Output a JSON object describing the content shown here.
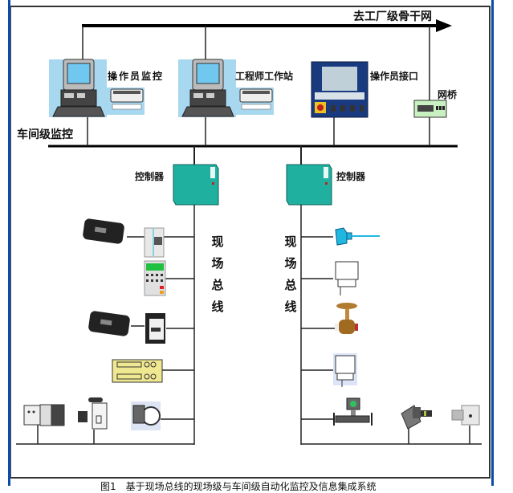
{
  "diagram": {
    "backbone_label": "去工厂级骨干网",
    "workshop_label": "车间级监控",
    "stations": [
      {
        "id": "operator-monitor",
        "label": "操作员监控",
        "printer_label": "ALCOfrinter"
      },
      {
        "id": "engineer-workstation",
        "label": "工程师工作站",
        "printer_label": "ALCOfrinter"
      },
      {
        "id": "operator-interface",
        "label": "操作员接口"
      },
      {
        "id": "bridge",
        "label": "网桥"
      }
    ],
    "controllers": [
      {
        "id": "left",
        "label": "控制器"
      },
      {
        "id": "right",
        "label": "控制器"
      }
    ],
    "fieldbus_label_chars": [
      "现",
      "场",
      "总",
      "线"
    ],
    "left_devices": [
      "servo-motor",
      "drive-module",
      "keypad-panel",
      "servo-motor",
      "motor-drive",
      "io-module",
      "plc-rack",
      "valve-actuator",
      "pump"
    ],
    "right_devices": [
      "temperature-sensor",
      "valve-positioner",
      "control-valve",
      "positioner",
      "flow-meter",
      "actuator",
      "pump-motor"
    ],
    "colors": {
      "frame_blue": "#0a4aa8",
      "workstation_bg": "#a8d8f0",
      "controller_teal": "#20b0a0",
      "bridge_green": "#c8f0c0",
      "hmi_blue": "#1a3a80",
      "sensor_cyan": "#20b8e0",
      "io_yellow": "#f0e890",
      "valve_brown": "#b07a30"
    }
  },
  "caption": "图1　基于现场总线的现场级与车间级自动化监控及信息集成系统"
}
